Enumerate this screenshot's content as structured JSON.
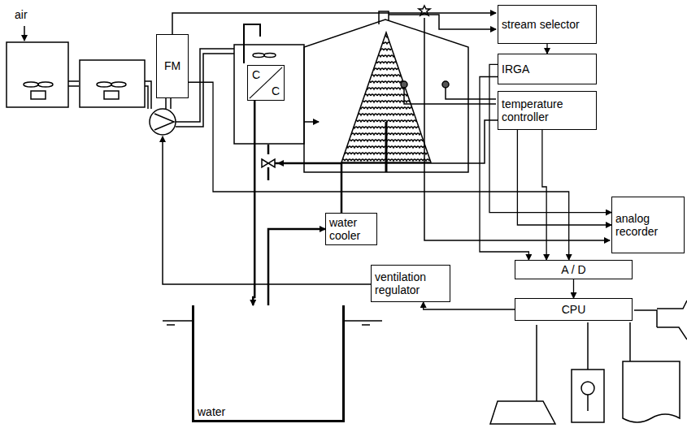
{
  "diagram": {
    "nodes": [
      {
        "text": [
          "stream selector"
        ]
      },
      {
        "text": [
          "IRGA"
        ]
      },
      {
        "text": [
          "temperature controller"
        ]
      },
      {
        "text": [
          "analog recorder"
        ]
      },
      {
        "text": [
          "A / D"
        ]
      },
      {
        "text": [
          "CPU"
        ]
      },
      {
        "text": [
          "ventilation regulator"
        ]
      },
      {
        "text": [
          "water cooler"
        ]
      },
      {
        "text": [
          "FM"
        ]
      },
      {
        "text": [
          "C",
          "C"
        ]
      },
      {
        "text": [
          "water"
        ]
      }
    ],
    "edges": [
      {
        "from": 0,
        "to": 1,
        "arrow": "to"
      },
      {
        "from": 1,
        "to": 3,
        "arrow": "to"
      },
      {
        "from": 1,
        "to": 4,
        "arrow": "to"
      },
      {
        "from": 2,
        "to": 3,
        "arrow": "to"
      },
      {
        "from": 2,
        "to": 4,
        "arrow": "to"
      },
      {
        "from": 4,
        "to": 5,
        "arrow": "to"
      },
      {
        "from": 5,
        "to": 6,
        "arrow": "to"
      },
      {
        "from": 10,
        "to": 7,
        "arrow": "to"
      },
      {
        "from": 8,
        "to": 4,
        "arrow": "to"
      },
      {
        "from": 9,
        "to": 10,
        "arrow": "to"
      }
    ],
    "labels": [
      "air"
    ]
  }
}
